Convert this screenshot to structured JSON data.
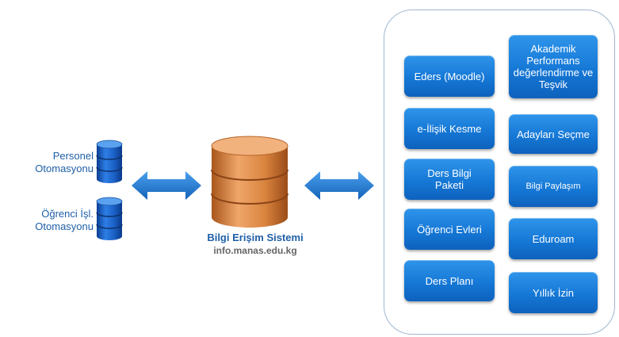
{
  "left": {
    "personnel_label_line1": "Personel",
    "personnel_label_line2": "Otomasyonu",
    "student_label_line1": "Öğrenci İşl.",
    "student_label_line2": "Otomasyonu"
  },
  "center": {
    "title": "Bilgi Erişim Sistemi",
    "url": "info.manas.edu.kg"
  },
  "services": {
    "eders": "Eders (Moodle)",
    "akademik": "Akademik Performans değerlendirme ve Teşvik",
    "iliski_kesme": "e-İlişik Kesme",
    "adaylari_secme": "Adayları Seçme",
    "ders_bilgi_paketi": "Ders Bilgi Paketi",
    "bilgi_paylasim": "Bilgi Paylaşım",
    "ogrenci_evleri": "Öğrenci Evleri",
    "eduroam": "Eduroam",
    "ders_plani": "Ders Planı",
    "yillik_izin": "Yıllık İzin"
  },
  "colors": {
    "button_blue": "#1678d6",
    "db_blue": "#1a5fc4",
    "db_orange": "#d9843f",
    "label_blue": "#1f5fa8",
    "arrow_blue": "#1f74c9"
  },
  "icons": {
    "left_db_1": "database-blue-icon",
    "left_db_2": "database-blue-icon",
    "center_db": "database-orange-icon",
    "arrow_left": "double-arrow-icon",
    "arrow_right": "double-arrow-icon"
  }
}
